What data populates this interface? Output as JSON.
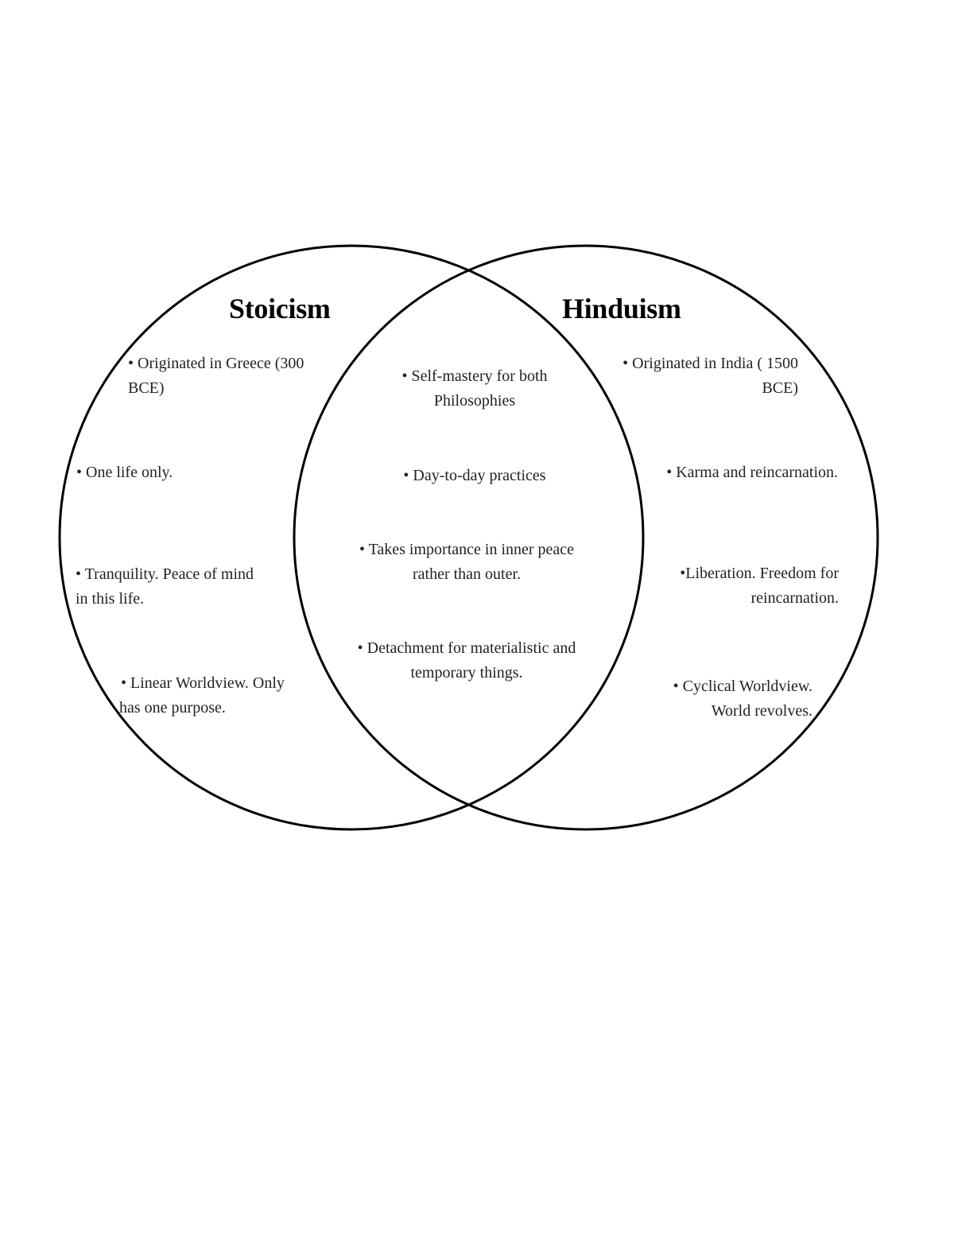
{
  "diagram": {
    "type": "venn",
    "stroke_color": "#000000",
    "left": {
      "title": "Stoicism",
      "items": [
        {
          "lines": [
            "• Originated in Greece (300",
            "BCE)"
          ]
        },
        {
          "lines": [
            "• One life only."
          ]
        },
        {
          "lines": [
            "• Tranquility. Peace of mind",
            "in this life."
          ]
        },
        {
          "lines": [
            "• Linear Worldview. Only",
            "has one purpose."
          ]
        }
      ]
    },
    "overlap": {
      "items": [
        {
          "lines": [
            "• Self-mastery for both",
            "Philosophies"
          ]
        },
        {
          "lines": [
            "• Day-to-day practices"
          ]
        },
        {
          "lines": [
            "• Takes importance in inner peace",
            "rather than outer."
          ]
        },
        {
          "lines": [
            "• Detachment for materialistic and",
            "temporary things."
          ]
        }
      ]
    },
    "right": {
      "title": "Hinduism",
      "items": [
        {
          "lines": [
            "• Originated in India ( 1500",
            "BCE)"
          ]
        },
        {
          "lines": [
            "• Karma and reincarnation."
          ]
        },
        {
          "lines": [
            "•Liberation. Freedom for",
            "reincarnation."
          ]
        },
        {
          "lines": [
            "• Cyclical Worldview.",
            "World revolves."
          ]
        }
      ]
    }
  }
}
